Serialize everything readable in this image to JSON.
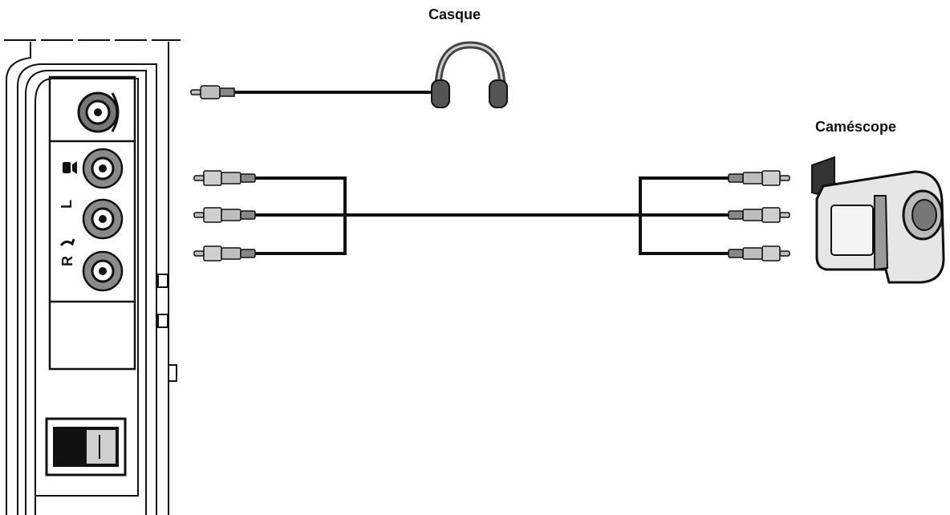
{
  "labels": {
    "headphones": "Casque",
    "camcorder": "Caméscope"
  },
  "panel": {
    "video_jack": "video-input-jack",
    "left_audio_letter": "L",
    "right_audio_letter": "R"
  },
  "colors": {
    "line": "#111111",
    "panel_gray": "#dcdcdc",
    "jack_gray": "#8a8a8a",
    "plug_gray": "#bdbdbd"
  }
}
